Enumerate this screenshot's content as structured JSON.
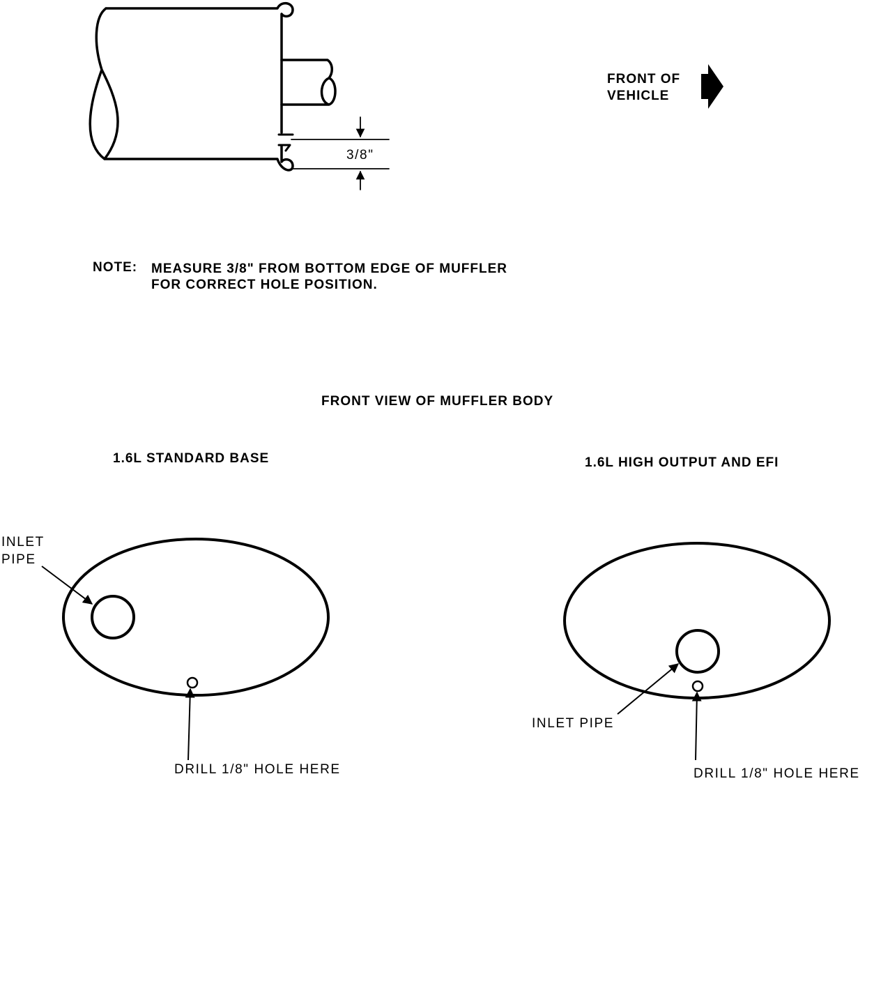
{
  "side_view": {
    "dimension_label": "3/8\"",
    "front_of_vehicle": {
      "line1": "FRONT OF",
      "line2": "VEHICLE",
      "arrow_icon": "right-arrow-icon"
    }
  },
  "note": {
    "prefix": "NOTE:",
    "line1": "MEASURE 3/8\" FROM BOTTOM EDGE OF MUFFLER",
    "line2": "FOR CORRECT HOLE POSITION."
  },
  "front_view": {
    "title": "FRONT VIEW OF MUFFLER BODY",
    "standard": {
      "title": "1.6L STANDARD BASE",
      "inlet_line1": "INLET",
      "inlet_line2": "PIPE",
      "drill_label": "DRILL 1/8\" HOLE HERE"
    },
    "high_output": {
      "title": "1.6L HIGH OUTPUT AND EFI",
      "inlet_label": "INLET PIPE",
      "drill_label": "DRILL 1/8\" HOLE HERE"
    }
  },
  "colors": {
    "ink": "#000000",
    "paper": "#ffffff"
  }
}
